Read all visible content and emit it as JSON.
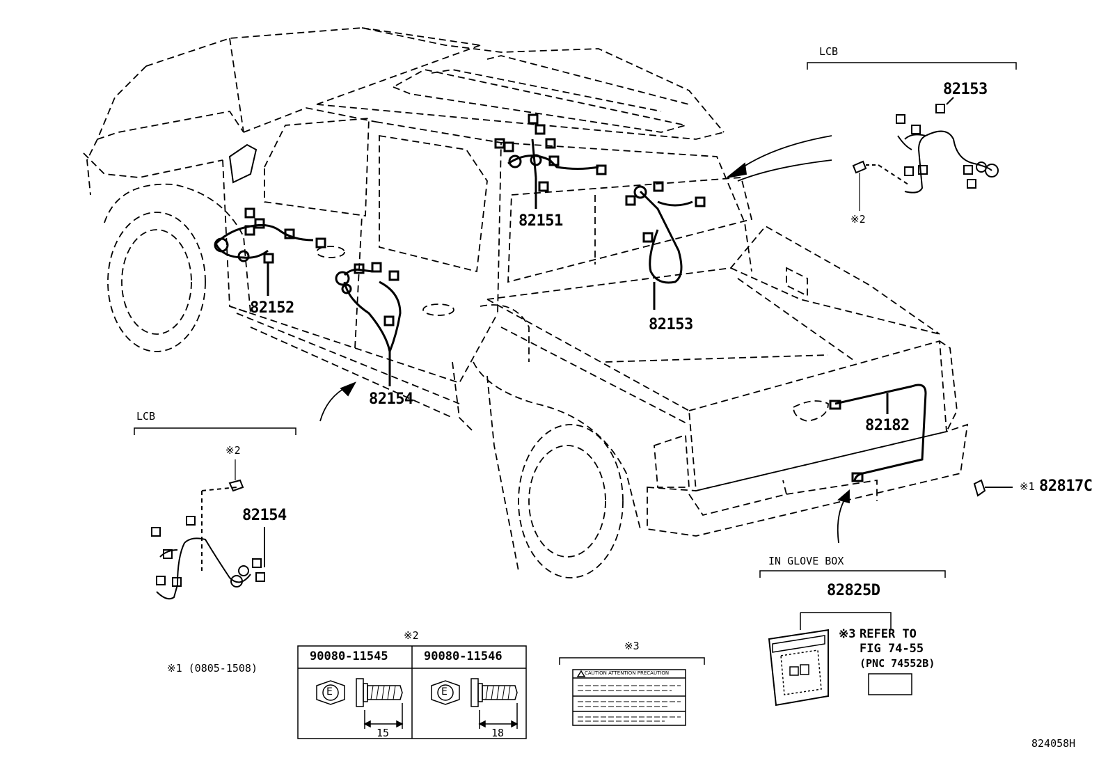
{
  "callouts": {
    "p82151": "82151",
    "p82152": "82152",
    "p82153_cab": "82153",
    "p82153_detail": "82153",
    "p82154_door": "82154",
    "p82154_detail": "82154",
    "p82182": "82182",
    "p82817c": "82817C",
    "p82825d": "82825D"
  },
  "annotations": {
    "lcb_top": "LCB",
    "lcb_left": "LCB",
    "mark2_top": "※2",
    "mark2_left": "※2",
    "mark1_82817c": "※1",
    "in_glove_box": "IN GLOVE BOX",
    "mark3_refer": "※3",
    "refer_to": "REFER TO",
    "fig_ref": "FIG 74-55",
    "pnc_ref": "(PNC 74552B)",
    "note1": "※1 (0805-1508)",
    "mark2_table": "※2",
    "mark3_label": "※3",
    "caution_label": "CAUTION ATTENTION PRECAUTION",
    "diagram_id": "824058H"
  },
  "bolt_table": {
    "col1_part": "90080-11545",
    "col1_length": "15",
    "col2_part": "90080-11546",
    "col2_length": "18",
    "head_mark": "E"
  }
}
